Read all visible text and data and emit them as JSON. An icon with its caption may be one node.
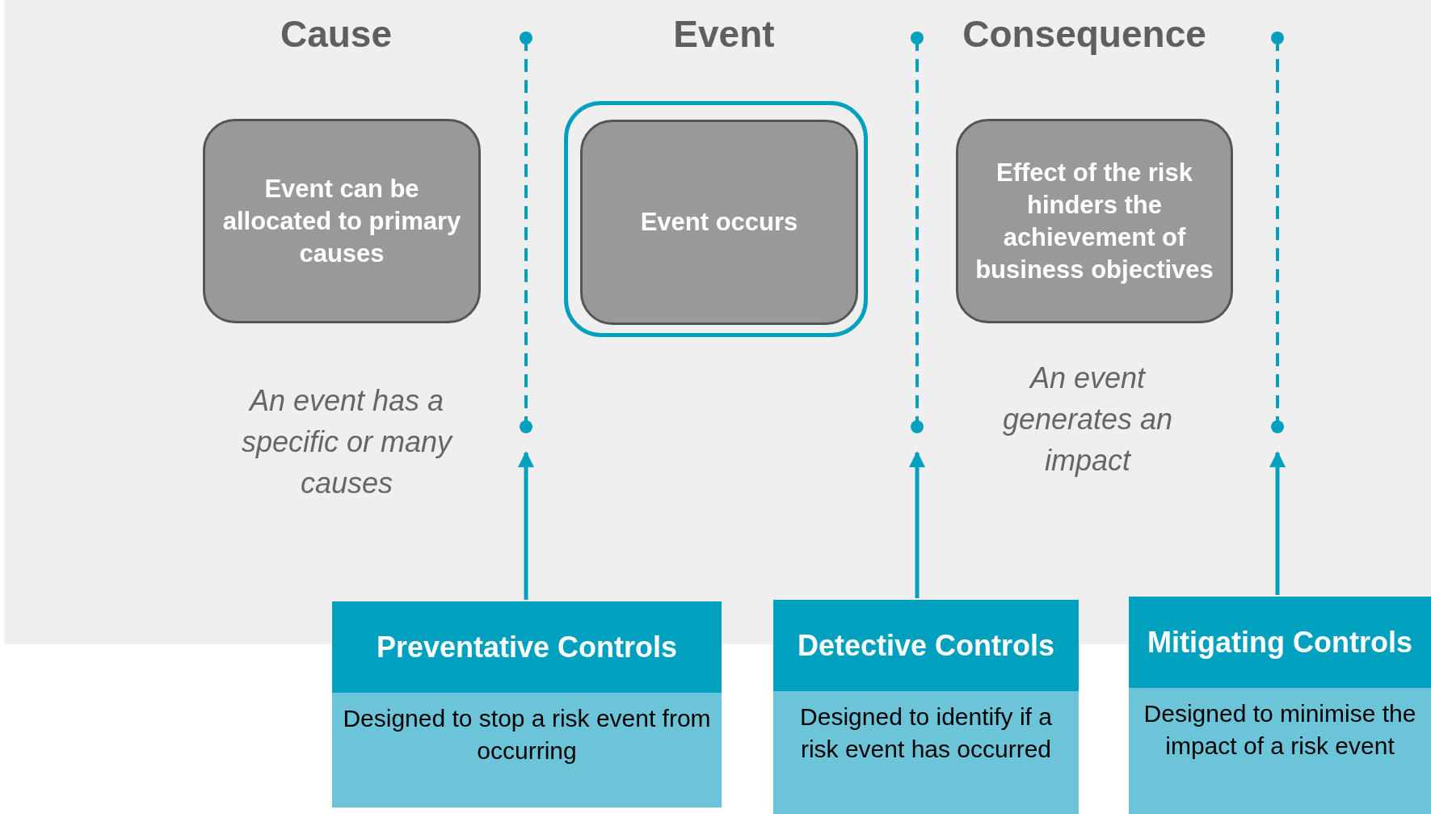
{
  "diagram": {
    "nodes": [
      {
        "text": [
          "Event can be allocated to primary causes"
        ],
        "beside": [
          "An event has a specific or many causes"
        ]
      },
      {
        "text": [],
        "shape": "box"
      },
      {
        "text": [
          "Event occurs"
        ],
        "in": 1
      },
      {
        "text": [
          "Effect of the risk hinders the achievement of business objectives"
        ],
        "beside": [
          "An event generates an impact"
        ]
      },
      {
        "text": [
          "Preventative Controls",
          "Designed to stop a risk event from occurring"
        ]
      },
      {
        "text": [
          "Detective Controls",
          "Designed to identify if a risk event has occurred"
        ]
      },
      {
        "text": [
          "Mitigating Controls",
          "Designed to minimise the impact of a risk event"
        ]
      }
    ],
    "edges": [
      {
        "from": 4,
        "to": null,
        "arrow": "to"
      },
      {
        "from": 5,
        "to": null,
        "arrow": "to"
      },
      {
        "from": 6,
        "to": null,
        "arrow": "to"
      }
    ],
    "labels": [
      "Cause",
      "Event",
      "Consequence"
    ]
  }
}
